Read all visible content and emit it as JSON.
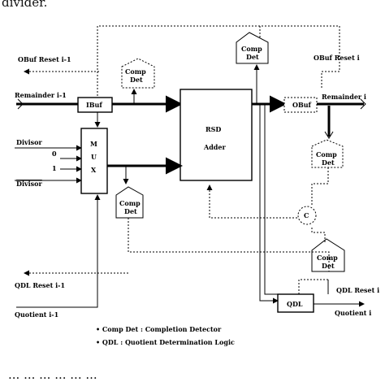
{
  "text_fragments": {
    "top": "divider.",
    "bottom": "... ... ... ... ... ..."
  },
  "diagram": {
    "signals": {
      "obuf_reset_prev": "OBuf Reset i-1",
      "obuf_reset_i": "OBuf Reset i",
      "remainder_prev": "Remainder i-1",
      "remainder_i": "Remainder i",
      "divisor": "Divisor",
      "zero": "0",
      "one": "1",
      "divisor_bar": "Divisor",
      "qdl_reset_prev": "QDL Reset i-1",
      "qdl_reset_i": "QDL Reset i",
      "quotient_prev": "Quotient i-1",
      "quotient_i": "Quotient i"
    },
    "blocks": {
      "ibuf": "IBuf",
      "obuf": "OBuf",
      "mux": [
        "M",
        "U",
        "X"
      ],
      "rsd_adder_1": "RSD",
      "rsd_adder_2": "Adder",
      "qdl": "QDL",
      "c_element": "C",
      "comp_det": [
        "Comp",
        "Det"
      ]
    },
    "legend": [
      "• Comp Det : Completion Detector",
      "• QDL : Quotient Determination Logic"
    ]
  }
}
